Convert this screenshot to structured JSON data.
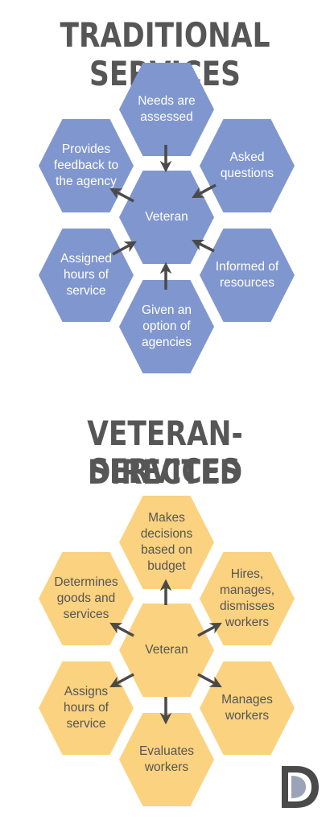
{
  "traditional": {
    "title": "TRADITIONAL SERVICES",
    "center": "Veteran",
    "nodes": {
      "top": "Needs are assessed",
      "upper_right": "Asked questions",
      "lower_right": "Informed of resources",
      "bottom": "Given an option of agencies",
      "lower_left": "Assigned hours of service",
      "upper_left": "Provides feedback to the agency"
    },
    "colors": {
      "fill": "#8096cf",
      "text": "#ffffff"
    }
  },
  "veteran_directed": {
    "title_line1": "VETERAN-DIRECTED",
    "title_line2": "SERVICES",
    "center": "Veteran",
    "nodes": {
      "top": "Makes decisions based on budget",
      "upper_right": "Hires, manages, dismisses workers",
      "lower_right": "Manages workers",
      "bottom": "Evaluates workers",
      "lower_left": "Assigns hours of service",
      "upper_left": "Determines goods and services"
    },
    "colors": {
      "fill": "#fbd27f",
      "text": "#555555"
    }
  },
  "arrow_color": "#4a4a4a",
  "logo": "d-logo-icon"
}
